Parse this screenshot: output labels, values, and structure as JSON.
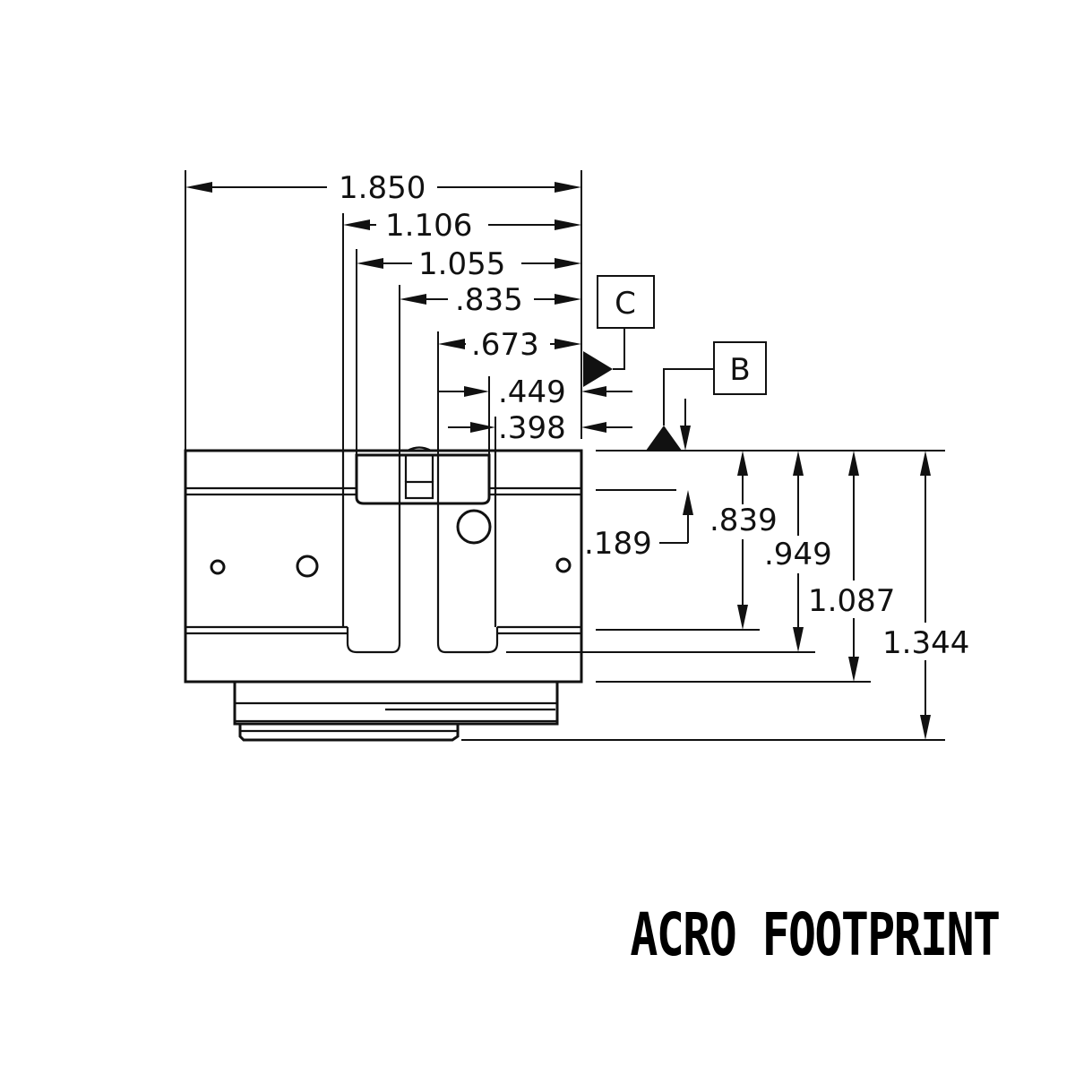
{
  "caption": "ACRO FOOTPRINT",
  "datums": {
    "c": "C",
    "b": "B"
  },
  "horizontal_dims": {
    "d1850": "1.850",
    "d1106": "1.106",
    "d1055": "1.055",
    "d835": ".835",
    "d673": ".673",
    "d449": ".449",
    "d398": ".398"
  },
  "vertical_dims": {
    "d189": ".189",
    "d839": ".839",
    "d949": ".949",
    "d1087": "1.087",
    "d1344": "1.344"
  }
}
